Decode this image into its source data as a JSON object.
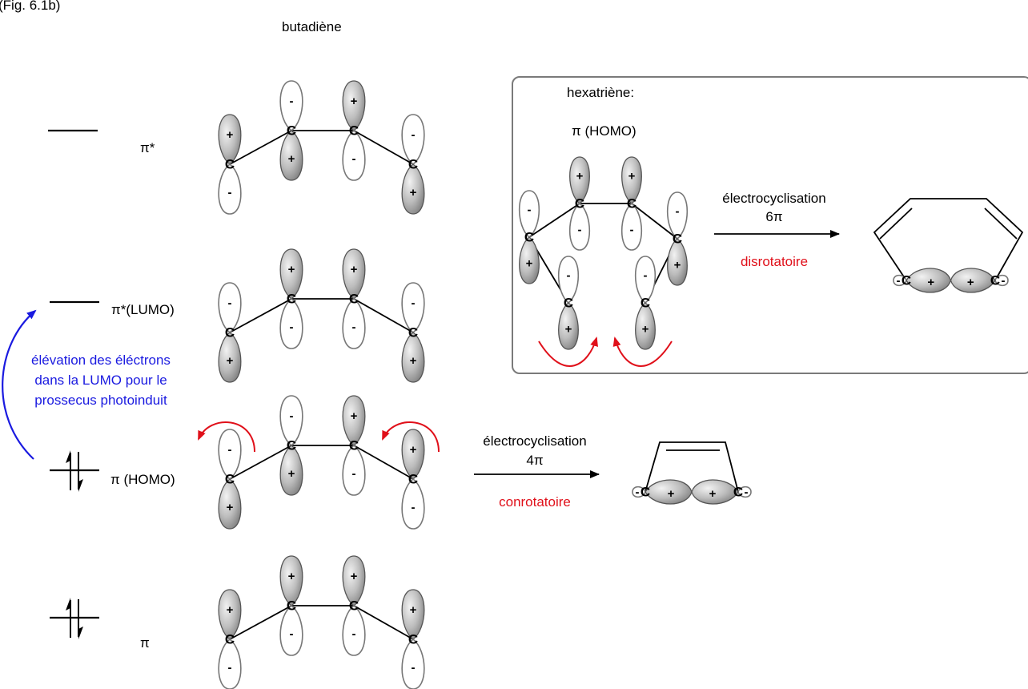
{
  "corner_text": "(Fig. 6.1b)",
  "title": "butadiène",
  "levels": [
    {
      "label": "π*"
    },
    {
      "label": "π*(LUMO)"
    },
    {
      "label": "π (HOMO)"
    },
    {
      "label": "π"
    }
  ],
  "signs": {
    "plus": "+",
    "minus": "-",
    "carbon": "C"
  },
  "annotation_lines": [
    "élévation des éléctrons",
    "dans la LUMO pour le",
    "prossecus photoinduit"
  ],
  "butadiene_reaction": {
    "line1": "électrocyclisation",
    "line2": "4π",
    "mode": "conrotatoire"
  },
  "hexatriene_box": {
    "title": "hexatriène:",
    "orbital_label": "π (HOMO)",
    "line1": "électrocyclisation",
    "line2": "6π",
    "mode": "disrotatoire"
  },
  "colors": {
    "red": "#e0101a",
    "blue": "#1a1ae0"
  }
}
